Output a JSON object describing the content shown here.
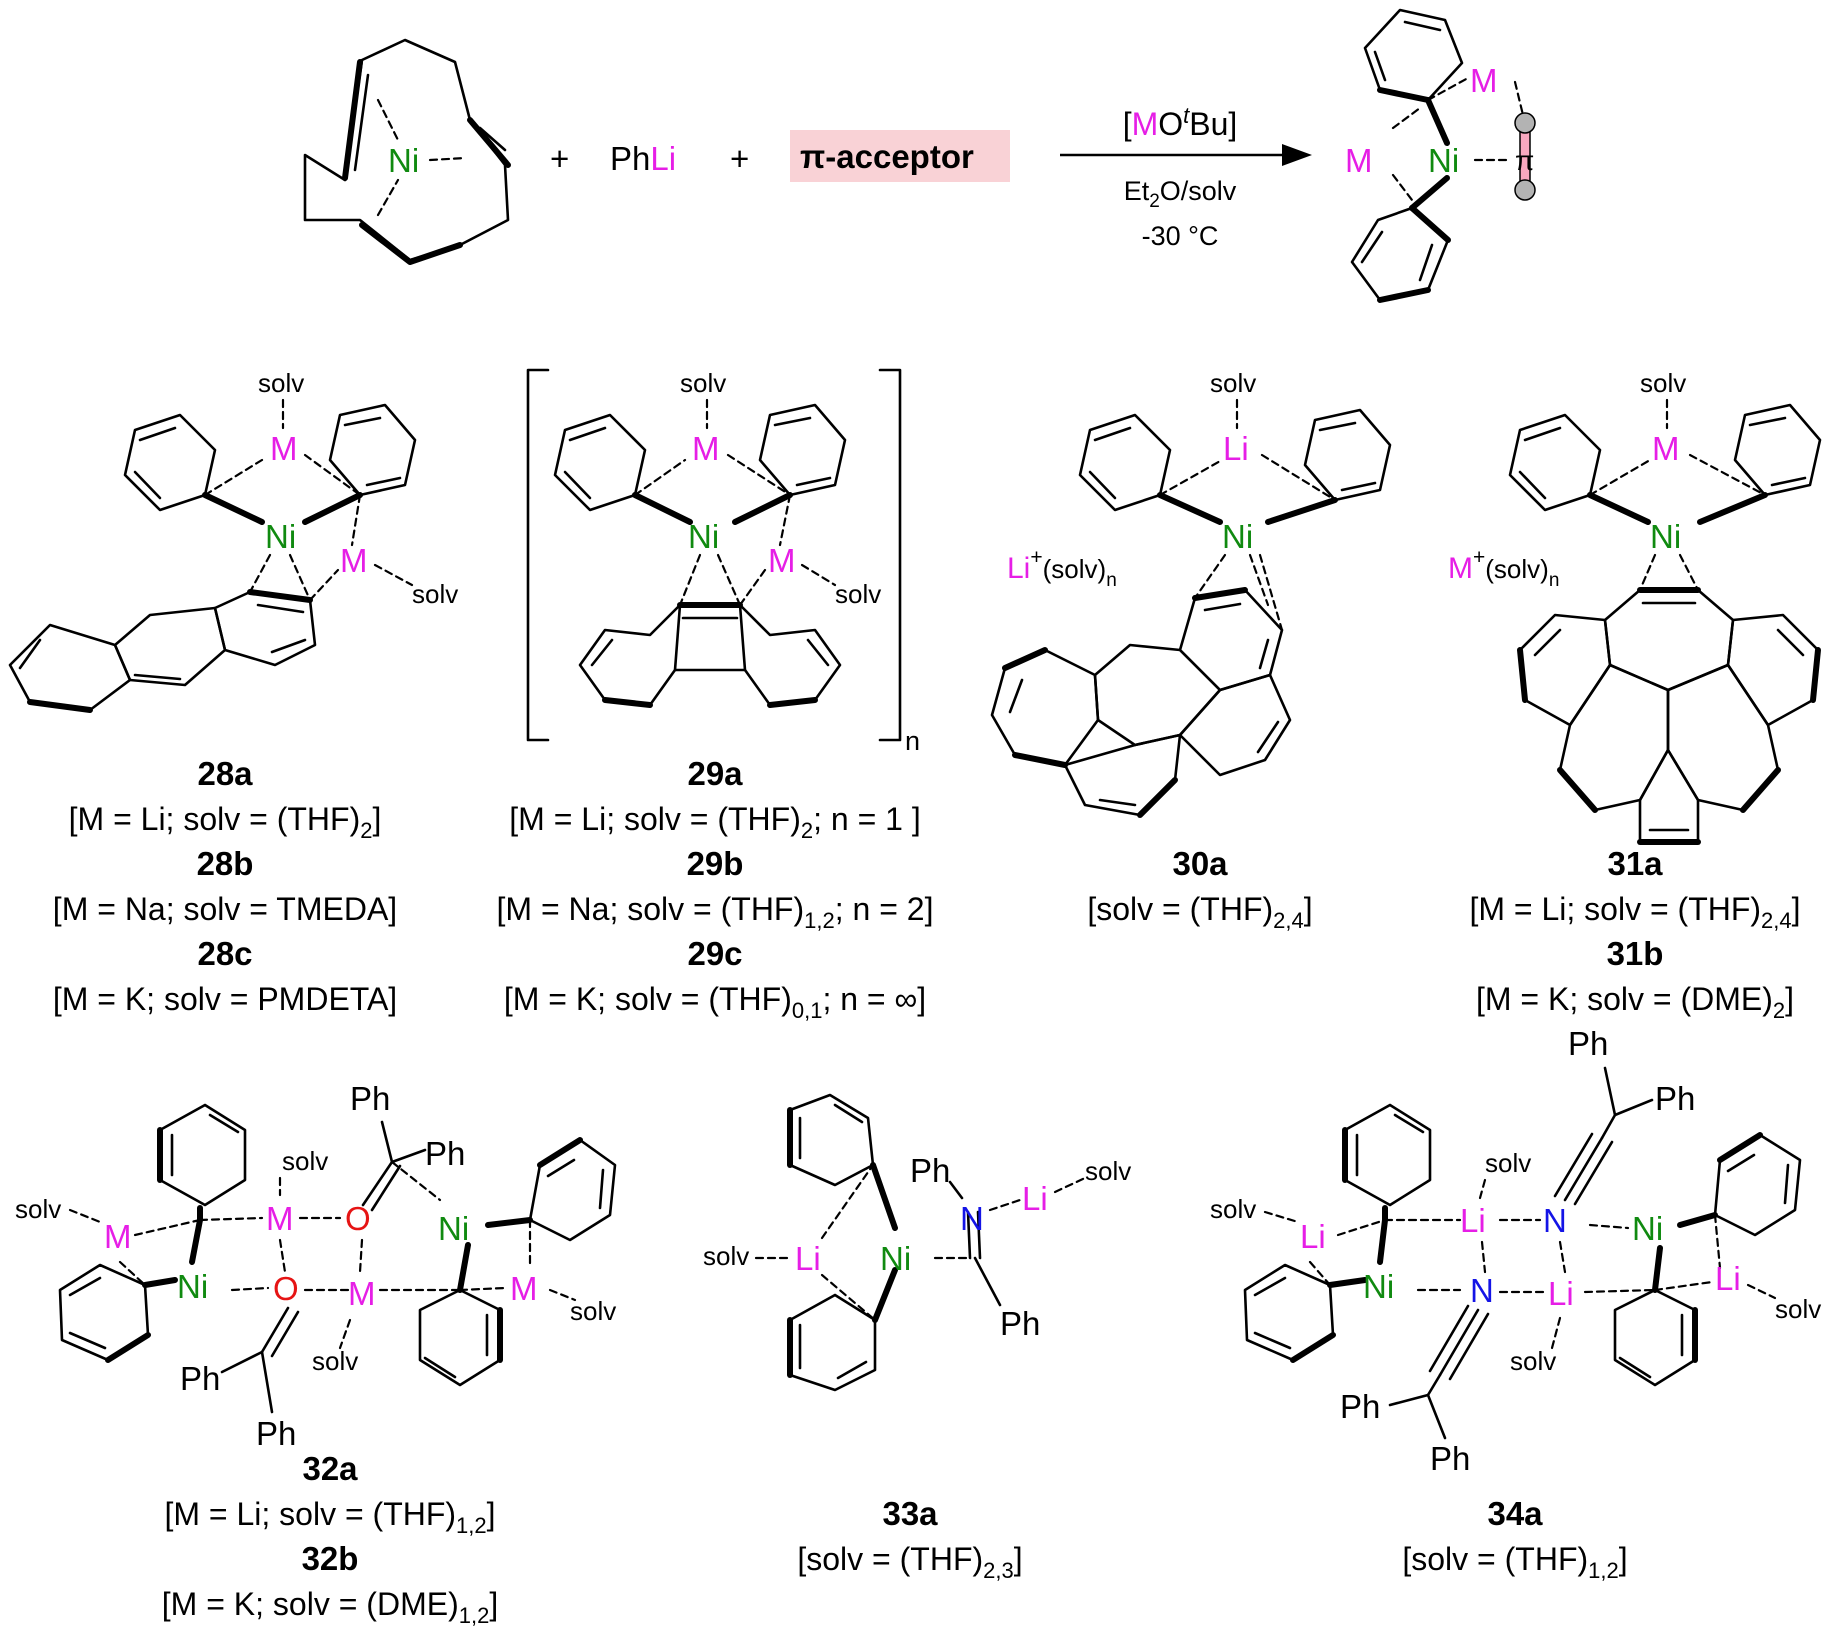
{
  "colors": {
    "metal": "#e61ee6",
    "nickel": "#108a10",
    "nitrogen": "#1414e6",
    "oxygen": "#e61414",
    "highlight": "#f9d2d6",
    "node": "#b3b3b3"
  },
  "atoms": {
    "ni": "Ni",
    "m": "M",
    "li": "Li",
    "n": "N",
    "o": "O",
    "ph": "Ph",
    "solv": "solv",
    "pi": "π"
  },
  "reaction": {
    "plus": "+",
    "reagent": "PhLi",
    "reagent_ph": "Ph",
    "reagent_li": "Li",
    "acceptor": "π-acceptor",
    "condition_1": {
      "open": "[",
      "m": "M",
      "o": "O",
      "t": "t",
      "bu": "Bu]"
    },
    "condition_2": {
      "et": "Et",
      "sub": "2",
      "rest": "O/solv"
    },
    "condition_3": "-30 °C"
  },
  "ion_pairs": {
    "c30": {
      "cation": "Li",
      "charge": "+",
      "solv": "(solv)",
      "n": "n"
    },
    "c31": {
      "cation": "M",
      "charge": "+",
      "solv": "(solv)",
      "n": "n"
    }
  },
  "bracket_n": "n",
  "compounds": {
    "c28a": {
      "id": "28a",
      "desc": "[M = Li; solv = (THF)",
      "sub": "2",
      "end": "]"
    },
    "c28b": {
      "id": "28b",
      "desc": "[M = Na; solv = TMEDA]"
    },
    "c28c": {
      "id": "28c",
      "desc": "[M = K; solv = PMDETA]"
    },
    "c29a": {
      "id": "29a",
      "desc": "[M = Li; solv = (THF)",
      "sub": "2",
      "end": "; n = 1 ]"
    },
    "c29b": {
      "id": "29b",
      "desc": "[M = Na; solv = (THF)",
      "sub": "1,2",
      "end": "; n = 2]"
    },
    "c29c": {
      "id": "29c",
      "desc": "[M = K; solv = (THF)",
      "sub": "0,1",
      "end": "; n = ∞]"
    },
    "c30a": {
      "id": "30a",
      "desc": "[solv = (THF)",
      "sub": "2,4",
      "end": "]"
    },
    "c31a": {
      "id": "31a",
      "desc": "[M = Li; solv = (THF)",
      "sub": "2,4",
      "end": "]"
    },
    "c31b": {
      "id": "31b",
      "desc": "[M = K; solv = (DME)",
      "sub": "2",
      "end": "]"
    },
    "c32a": {
      "id": "32a",
      "desc": "[M = Li; solv = (THF)",
      "sub": "1,2",
      "end": "]"
    },
    "c32b": {
      "id": "32b",
      "desc": "[M = K; solv = (DME)",
      "sub": "1,2",
      "end": "]"
    },
    "c33a": {
      "id": "33a",
      "desc": "[solv = (THF)",
      "sub": "2,3",
      "end": "]"
    },
    "c34a": {
      "id": "34a",
      "desc": "[solv = (THF)",
      "sub": "1,2",
      "end": "]"
    }
  }
}
